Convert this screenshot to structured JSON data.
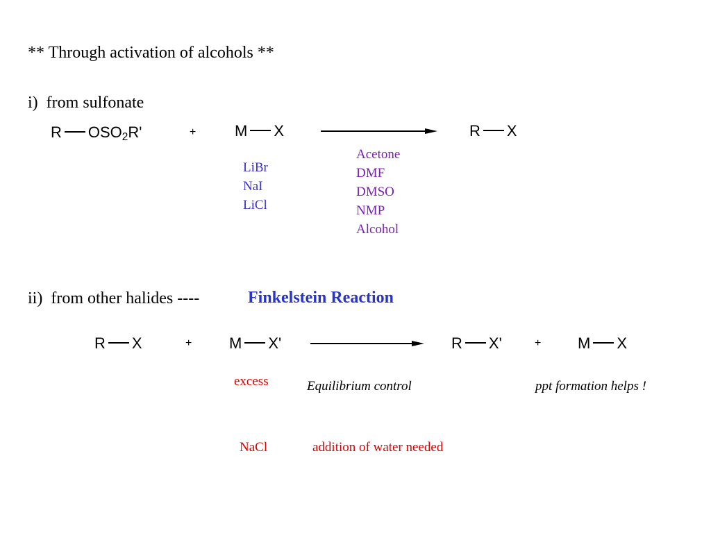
{
  "colors": {
    "reagent_blue": "#3a2fd0",
    "solvent_purple": "#7a1fb5",
    "name_blue": "#2a35c8",
    "note_red": "#e00000",
    "text": "#000000"
  },
  "title": "** Through activation of alcohols **",
  "section1": {
    "label_num": "i)",
    "label_text": "from sulfonate",
    "reactant1": {
      "left": "R",
      "right_main": "OSO",
      "right_sub": "2",
      "right_tail": "R'"
    },
    "plus": "+",
    "reactant2": {
      "left": "M",
      "right": "X"
    },
    "product": {
      "left": "R",
      "right": "X"
    },
    "reagents": [
      "LiBr",
      "NaI",
      "LiCl"
    ],
    "solvents": [
      "Acetone",
      "DMF",
      "DMSO",
      "NMP",
      "Alcohol"
    ]
  },
  "section2": {
    "label_num": "ii)",
    "label_text": "from other halides ----",
    "reaction_name": "Finkelstein Reaction",
    "reactant1": {
      "left": "R",
      "right": "X"
    },
    "plus1": "+",
    "reactant2": {
      "left": "M",
      "right": "X'"
    },
    "product1": {
      "left": "R",
      "right": "X'"
    },
    "plus2": "+",
    "product2": {
      "left": "M",
      "right": "X"
    },
    "excess": "excess",
    "equilibrium": "Equilibrium control",
    "ppt": "ppt formation helps !",
    "nacl": "NaCl",
    "water": "addition of water needed"
  }
}
